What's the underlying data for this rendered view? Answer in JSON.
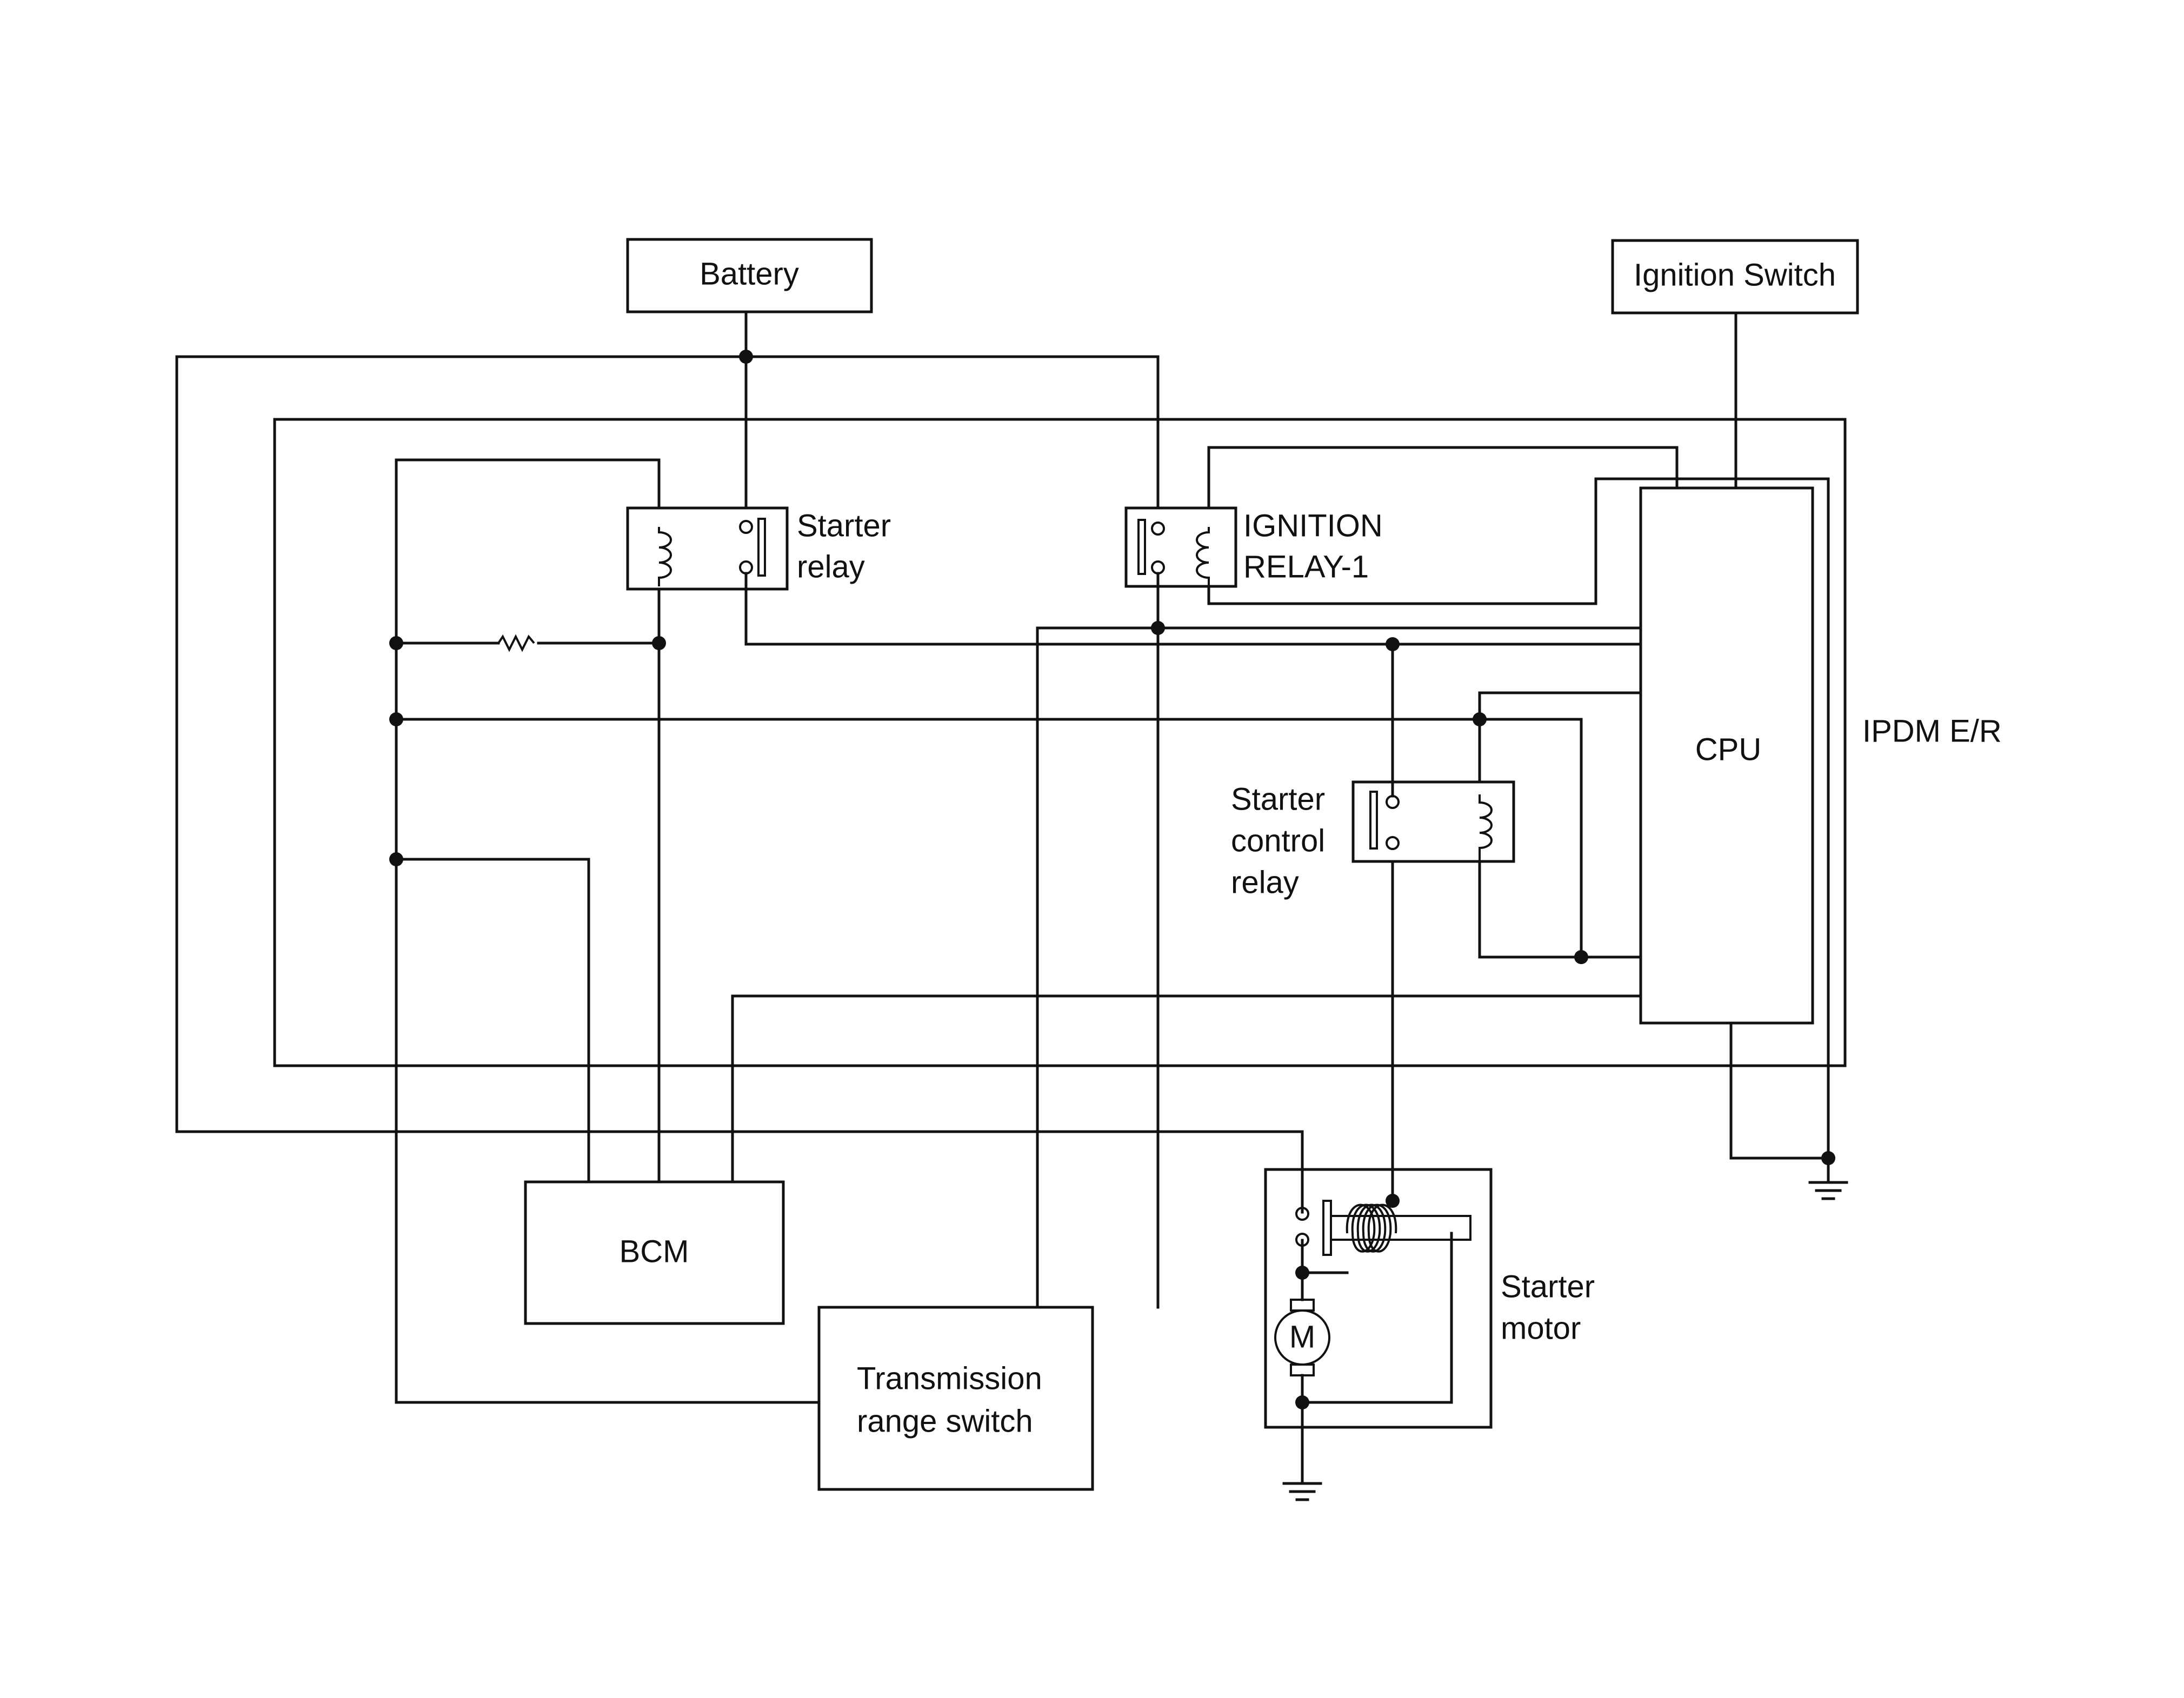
{
  "components": {
    "battery": "Battery",
    "ignition_switch": "Ignition Switch",
    "cpu": "CPU",
    "ipdm": "IPDM E/R",
    "bcm": "BCM",
    "starter_relay": [
      "Starter",
      "relay"
    ],
    "ignition_relay": [
      "IGNITION",
      "RELAY-1"
    ],
    "starter_control_relay": [
      "Starter",
      "control",
      "relay"
    ],
    "transmission_range_switch": [
      "Transmission",
      "range switch"
    ],
    "starter_motor": [
      "Starter",
      "motor"
    ],
    "motor_symbol": "M"
  },
  "icons": [
    "coil-icon",
    "contact-icon",
    "resistor-icon",
    "ground-icon",
    "motor-icon",
    "solenoid-icon"
  ],
  "colors": {
    "line": "#111111",
    "background": "#ffffff"
  }
}
